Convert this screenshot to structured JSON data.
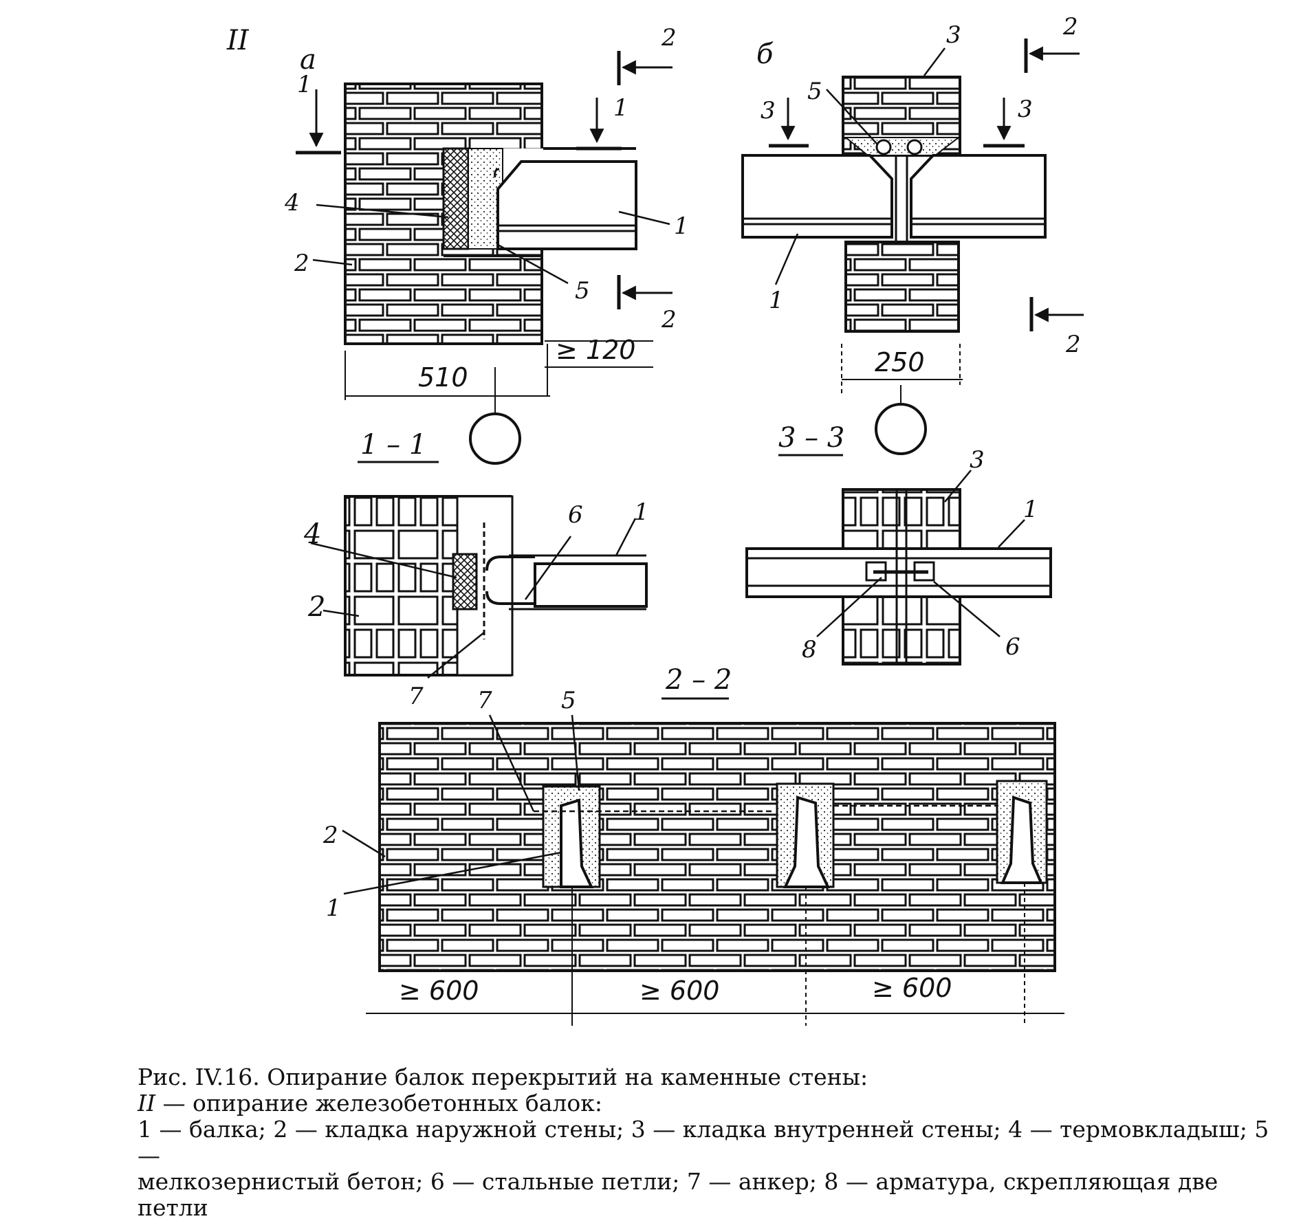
{
  "labels": {
    "view_II": "II",
    "sub_a": "а",
    "sub_b": "б",
    "section_11": "1 – 1",
    "section_33": "3 – 3",
    "section_22": "2 – 2",
    "n1": "1",
    "n2": "2",
    "n3": "3",
    "n4": "4",
    "n5": "5",
    "n6": "6",
    "n7": "7",
    "n8": "8"
  },
  "dims": {
    "d510": "510",
    "d120": "≥ 120",
    "d250": "250",
    "d600": "≥ 600"
  },
  "caption": {
    "title": "Рис. IV.16. Опирание балок перекрытий на каменные стены:",
    "line2_num": "II",
    "line2_text": " — опирание железобетонных балок:",
    "line3": "1 — балка; 2 — кладка наружной стены; 3 — кладка внутренней стены; 4 — термовкладыш; 5 —",
    "line4": "мелкозернистый бетон; 6 — стальные петли; 7 — анкер; 8 — арматура, скрепляющая две петли"
  }
}
